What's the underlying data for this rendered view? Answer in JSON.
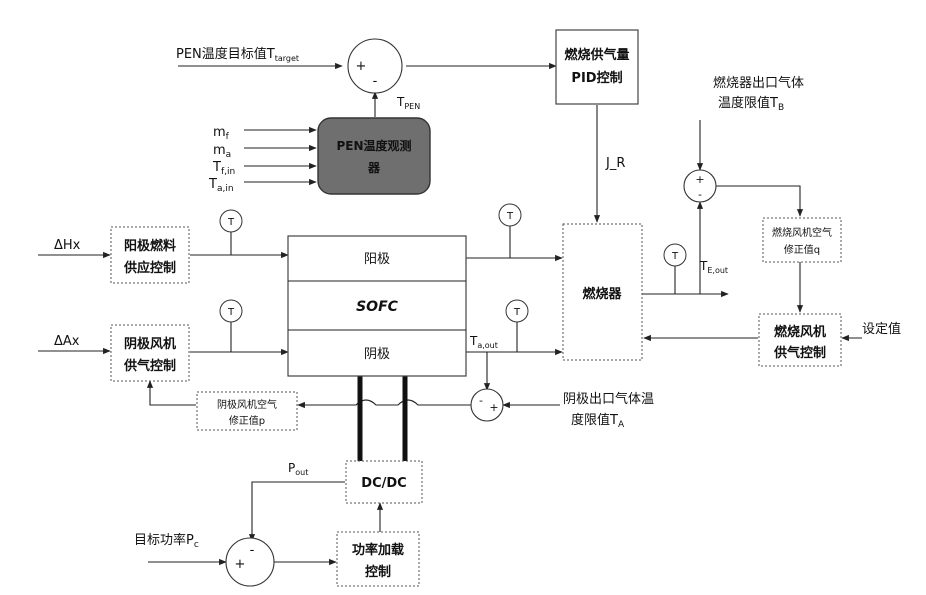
{
  "blocks": {
    "burner_pid": [
      "燃烧供气量",
      "PID控制"
    ],
    "pen_observer": [
      "PEN温度观测",
      "器"
    ],
    "anode_fuel_ctrl": [
      "阳极燃料",
      "供应控制"
    ],
    "cathode_fan_ctrl": [
      "阴极风机",
      "供气控制"
    ],
    "sofc_anode": "阳极",
    "sofc_name": "SOFC",
    "sofc_cathode": "阴极",
    "burner": "燃烧器",
    "burner_air_correction": [
      "燃烧风机空气",
      "修正值q"
    ],
    "burner_fan_ctrl": [
      "燃烧风机",
      "供气控制"
    ],
    "cathode_air_correction": [
      "阴极风机空气",
      "修正值p"
    ],
    "dcdc": "DC/DC",
    "power_load_ctrl": [
      "功率加载",
      "控制"
    ]
  },
  "signals": {
    "pen_target": {
      "main": "PEN温度目标值T",
      "sub": "target"
    },
    "t_pen": {
      "main": "T",
      "sub": "PEN"
    },
    "m_f": {
      "main": "m",
      "sub": "f"
    },
    "m_a": {
      "main": "m",
      "sub": "a"
    },
    "t_f_in": {
      "main": "T",
      "sub": "f,in"
    },
    "t_a_in": {
      "main": "T",
      "sub": "a,in"
    },
    "j_r": "J_R",
    "burner_limit": {
      "line1": "燃烧器出口气体",
      "line2": "温度限值T",
      "sub": "B"
    },
    "t_e_out": {
      "main": "T",
      "sub": "E,out"
    },
    "delta_h": "ΔHx",
    "delta_a": "ΔAx",
    "t_a_out": {
      "main": "T",
      "sub": "a,out"
    },
    "cathode_limit": {
      "line1": "阴极出口气体温",
      "line2": "度限值T",
      "sub": "A"
    },
    "setpoint": "设定值",
    "p_out": {
      "main": "P",
      "sub": "out"
    },
    "target_power": {
      "main": "目标功率P",
      "sub": "c"
    }
  },
  "symbols": {
    "thermometer": "T",
    "plus": "+",
    "minus": "-"
  }
}
